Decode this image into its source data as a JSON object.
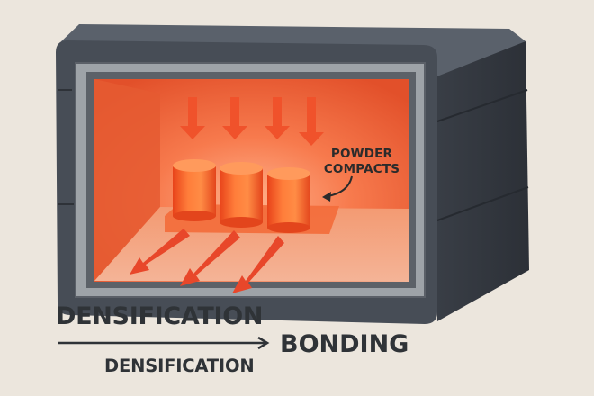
{
  "callout": {
    "line1": "POWDER",
    "line2": "COMPACTS"
  },
  "labels": {
    "densification_top": "DENSIFICATION",
    "bonding": "BONDING",
    "densification_bottom": "DENSIFICATION"
  },
  "colors": {
    "furnace_body": "#474d56",
    "furnace_dark": "#2f343b",
    "chamber_glow": "#f2663a",
    "compact_orange": "#f25a1f",
    "arrow_red": "#e8472a",
    "background": "#ece6dd",
    "text": "#2f3337"
  }
}
